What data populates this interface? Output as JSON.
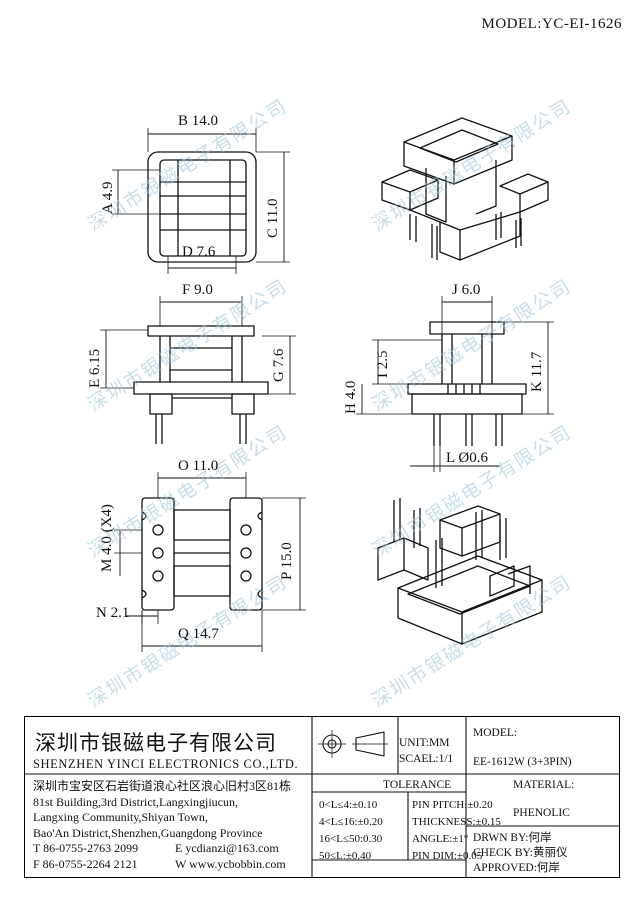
{
  "model_top": "MODEL:YC-EI-1626",
  "watermark": "深圳市银磁电子有限公司",
  "dimensions": {
    "B": "B 14.0",
    "A": "A 4.9",
    "C": "C 11.0",
    "D": "D 7.6",
    "F": "F 9.0",
    "E": "E 6.15",
    "G": "G 7.6",
    "J": "J 6.0",
    "I": "I 2.5",
    "K": "K 11.7",
    "H": "H 4.0",
    "L": "L Ø0.6",
    "O": "O 11.0",
    "M": "M 4.0 (X4)",
    "P": "P 15.0",
    "N": "N 2.1",
    "Q": "Q 14.7"
  },
  "title_block": {
    "company_cn": "深圳市银磁电子有限公司",
    "company_en": "SHENZHEN YINCI ELECTRONICS CO.,LTD.",
    "unit": "UNIT:MM",
    "scale": "SCAEL:1/1",
    "model_label": "MODEL:",
    "model_value": "EE-1612W (3+3PIN)",
    "address_lines": [
      "深圳市宝安区石岩街道浪心社区浪心旧村3区81栋",
      "81st Building,3rd District,Langxingjiucun,",
      "Langxing Community,Shiyan Town,",
      "Bao'An District,Shenzhen,Guangdong Province"
    ],
    "tel": "T 86-0755-2763 2099",
    "email": "E ycdianzi@163.com",
    "fax": "F 86-0755-2264 2121",
    "web": "W www.ycbobbin.com",
    "tolerance_label": "TOLERANCE",
    "tolerances": [
      "0<L≤4:±0.10",
      "4<L≤16:±0.20",
      "16<L≤50:0.30",
      "50≤L:±0.40"
    ],
    "pin_specs": [
      "PIN PITCH:±0.20",
      "THICKNESS:±0.15",
      "ANGLE:±1°",
      "PIN DIM:±0.05"
    ],
    "material_label": "MATERIAL:",
    "material_value": "PHENOLIC",
    "drawn_by": "DRWN BY:何岸",
    "check_by": "CHECK BY:黄丽仪",
    "approved": "APPROVED:何岸"
  }
}
